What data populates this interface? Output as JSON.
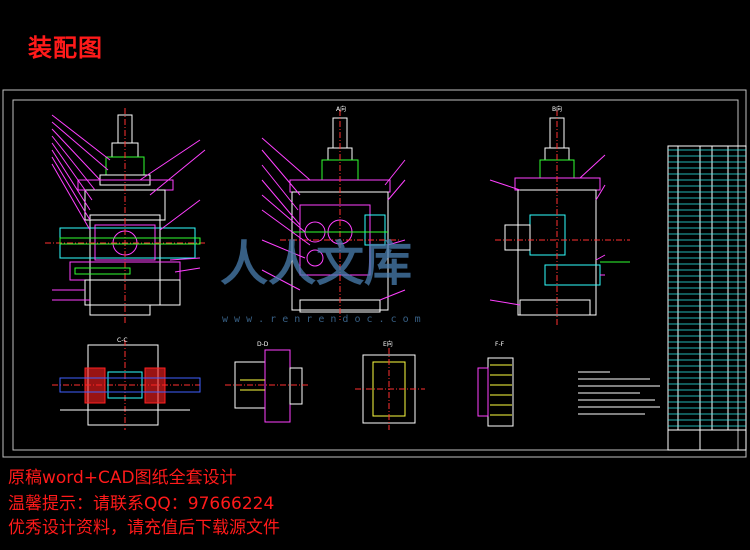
{
  "title": "装配图",
  "drawing": {
    "views": [
      {
        "id": "front",
        "label": ""
      },
      {
        "id": "side_a",
        "label": "A向"
      },
      {
        "id": "side_b",
        "label": "B向"
      },
      {
        "id": "section_cc",
        "label": "C-C"
      },
      {
        "id": "section_dd",
        "label": "D-D"
      },
      {
        "id": "view_e",
        "label": "E向"
      },
      {
        "id": "section_ff",
        "label": "F-F"
      }
    ],
    "watermark": {
      "brand": "人人文库",
      "url": "w w w . r e n r e n d o c . c o m"
    },
    "colors": {
      "frame": "#c0c0c0",
      "main": "#ffffff",
      "parts": "#ff40ff",
      "centerline": "#ff3030",
      "shaft": "#30ff30",
      "cyan": "#30ffff",
      "yellow": "#ffff40",
      "blue": "#4060ff",
      "watermark": "#4a7fb0"
    }
  },
  "captions": {
    "line1": "原稿word+CAD图纸全套设计",
    "line2": "温馨提示：请联系QQ：97666224",
    "line3": "优秀设计资料，请充值后下载源文件"
  }
}
